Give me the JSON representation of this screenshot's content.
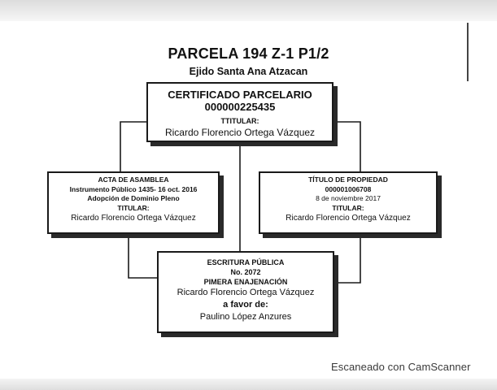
{
  "header": {
    "title": "PARCELA 194 Z-1 P1/2",
    "subtitle": "Ejido Santa Ana Atzacan"
  },
  "certificado": {
    "heading": "CERTIFICADO PARCELARIO",
    "number": "000000225435",
    "holder_label": "TTITULAR:",
    "holder_name": "Ricardo Florencio Ortega Vázquez"
  },
  "acta": {
    "heading": "ACTA DE ASAMBLEA",
    "line1": "Instrumento Público 1435- 16 oct. 2016",
    "line2": "Adopción de Dominio Pleno",
    "holder_label": "TITULAR:",
    "holder_name": "Ricardo Florencio Ortega Vázquez"
  },
  "titulo": {
    "heading": "TÍTULO DE PROPIEDAD",
    "number": "000001006708",
    "date": "8 de noviembre 2017",
    "holder_label": "TITULAR:",
    "holder_name": "Ricardo Florencio Ortega Vázquez"
  },
  "escritura": {
    "heading": "ESCRITURA PÚBLICA",
    "number": "No. 2072",
    "type": "PIMERA ENAJENACIÓN",
    "seller_name": "Ricardo Florencio Ortega Vázquez",
    "favor_label": "a favor de:",
    "buyer_name": "Paulino López Anzures"
  },
  "watermark": "Escaneado con CamScanner"
}
